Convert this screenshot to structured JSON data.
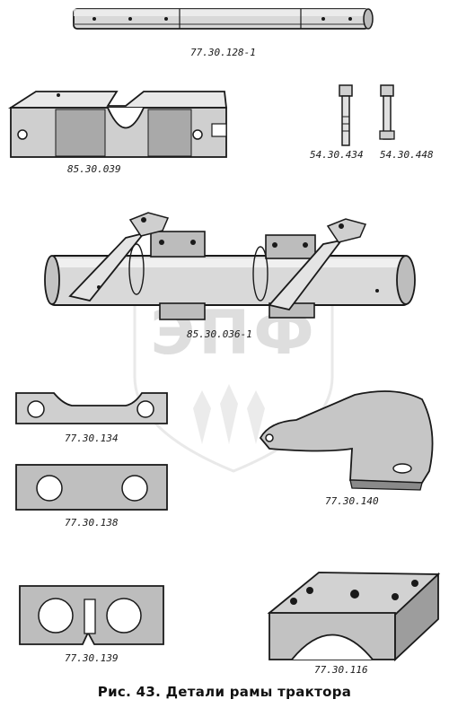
{
  "figure": {
    "caption": "Рис. 43. Детали рамы трактора"
  },
  "watermark": {
    "text": "ЭПФ"
  },
  "parts": [
    {
      "id": "rod",
      "label": "77.30.128-1"
    },
    {
      "id": "clamp-block",
      "label": "85.30.039"
    },
    {
      "id": "bolt-a",
      "label": "54.30.434"
    },
    {
      "id": "bolt-b",
      "label": "54.30.448"
    },
    {
      "id": "frame-assembly",
      "label": "85.30.036-1"
    },
    {
      "id": "plate-a",
      "label": "77.30.134"
    },
    {
      "id": "bracket",
      "label": "77.30.140"
    },
    {
      "id": "plate-b",
      "label": "77.30.138"
    },
    {
      "id": "plate-c",
      "label": "77.30.139"
    },
    {
      "id": "saddle-block",
      "label": "77.30.116"
    }
  ]
}
